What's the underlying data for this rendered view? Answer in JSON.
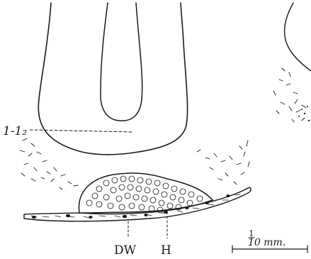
{
  "figure": {
    "labels": {
      "left_marker": "1-1₂",
      "dw": "DW",
      "h": "H"
    },
    "scale_bar": {
      "numerator": "1",
      "denominator": "10 mm."
    },
    "colors": {
      "ink": "#1a1a1a",
      "background": "#ffffff"
    }
  }
}
